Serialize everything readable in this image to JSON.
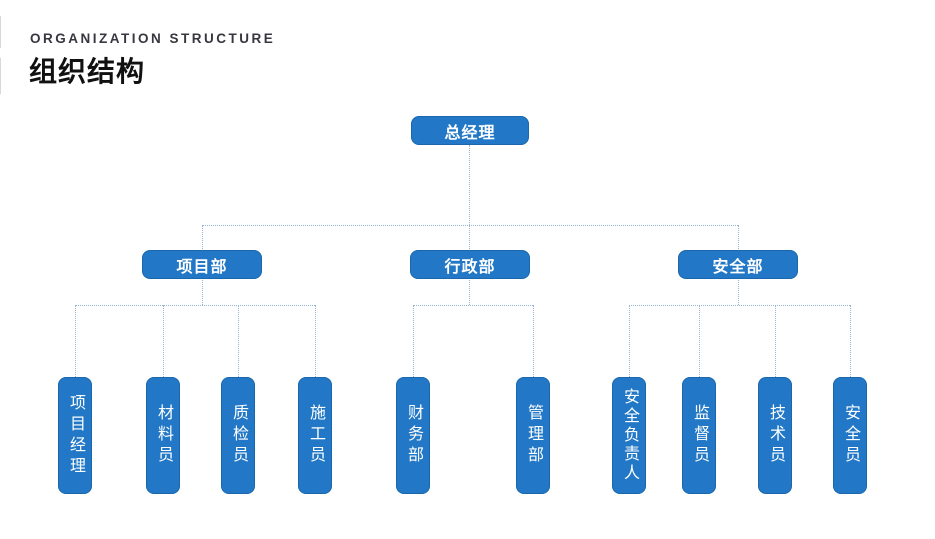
{
  "header": {
    "eyebrow": "ORGANIZATION STRUCTURE",
    "title": "组织结构"
  },
  "colors": {
    "box_blue": "#2278c6",
    "box_edge": "#1b67ae",
    "connector": "#96b6d8",
    "eyebrow_text": "#37373f",
    "title_text": "#111111"
  },
  "org": {
    "root": {
      "label": "总经理",
      "children": [
        {
          "label": "项目部",
          "children": [
            {
              "label": "项目经理"
            },
            {
              "label": "材料员"
            },
            {
              "label": "质检员"
            },
            {
              "label": "施工员"
            }
          ]
        },
        {
          "label": "行政部",
          "children": [
            {
              "label": "财务部"
            },
            {
              "label": "管理部"
            }
          ]
        },
        {
          "label": "安全部",
          "children": [
            {
              "label": "安全负责人"
            },
            {
              "label": "监督员"
            },
            {
              "label": "技术员"
            },
            {
              "label": "安全员"
            }
          ]
        }
      ]
    }
  }
}
